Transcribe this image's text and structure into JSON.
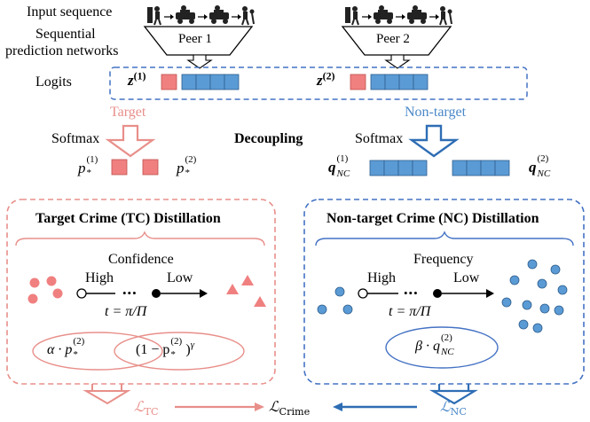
{
  "colors": {
    "target": "#e88f8a",
    "target_fill": "#f08080",
    "nontarget": "#3a78c0",
    "nontarget_fill": "#5b9bd5",
    "dash_blue": "#4472c4",
    "black": "#000000"
  },
  "left_labels": {
    "input_sequence": "Input sequence",
    "sequential_line1": "Sequential",
    "sequential_line2": "prediction networks",
    "logits": "Logits",
    "softmax_left": "Softmax",
    "softmax_right": "Softmax"
  },
  "peers": {
    "peer1": "Peer  1",
    "peer2": "Peer  2",
    "icons": [
      "person-icon",
      "car-icon",
      "crime-icon"
    ]
  },
  "logits": {
    "z1_base": "z",
    "z1_sup": "(1)",
    "z2_base": "z",
    "z2_sup": "(2)"
  },
  "branches": {
    "target": "Target",
    "non_target": "Non-target",
    "decoupling": "Decoupling"
  },
  "probabilities": {
    "p_base": "p",
    "p_sub": "*",
    "p1_sup": "(1)",
    "p2_sup": "(2)",
    "q_base": "q",
    "q_sub": "NC",
    "q1_sup": "(1)",
    "q2_sup": "(2)"
  },
  "tc_box": {
    "title": "Target Crime (TC) Distillation",
    "axis_label": "Confidence",
    "high": "High",
    "low": "Low",
    "dots": "•••",
    "temperature": "t = π/Π",
    "alpha_term": "α · p",
    "alpha_sup": "(2)",
    "alpha_sub": "*",
    "focal_open": "(1 − p",
    "focal_sup": "(2)",
    "focal_sub": "*",
    "focal_close": ")",
    "focal_gamma": "γ"
  },
  "nc_box": {
    "title": "Non-target Crime (NC) Distillation",
    "axis_label": "Frequency",
    "high": "High",
    "low": "Low",
    "dots": "•••",
    "temperature": "t = π/Π",
    "beta_term": "β · q",
    "beta_sup": "(2)",
    "beta_sub": "NC"
  },
  "losses": {
    "tc_base": "ℒ",
    "tc_sub": "TC",
    "crime_base": "ℒ",
    "crime_sub": "Crime",
    "nc_base": "ℒ",
    "nc_sub": "NC"
  }
}
